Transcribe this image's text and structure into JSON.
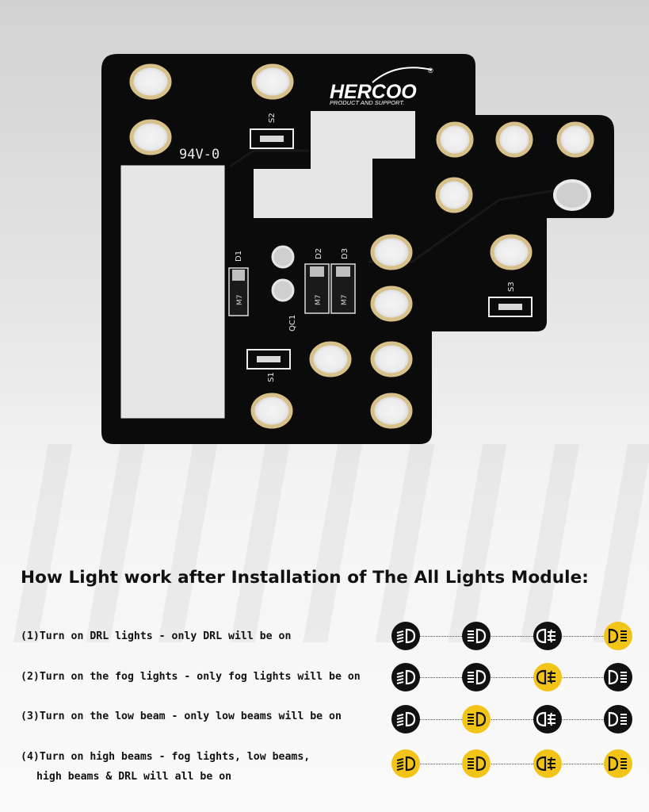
{
  "brand": {
    "name": "HERCOO",
    "tagline": "PRODUCT AND SUPPORT.",
    "registered": "®"
  },
  "pcb_labels": {
    "rating": "94V-0",
    "s1": "S1",
    "s2": "S2",
    "s3": "S3",
    "d1": "D1",
    "d2": "D2",
    "d3": "D3",
    "qc1": "QC1",
    "m7": "M7"
  },
  "heading": "How Light work after Installation of The All Lights Module:",
  "rows": [
    {
      "label": "(1)Turn on DRL lights - only DRL will be on",
      "lamps": [
        {
          "icon": "low-beam-icon",
          "on": false
        },
        {
          "icon": "high-beam-icon",
          "on": false
        },
        {
          "icon": "fog-light-icon",
          "on": false
        },
        {
          "icon": "drl-icon",
          "on": true
        }
      ]
    },
    {
      "label": "(2)Turn on the fog lights - only fog lights will be on",
      "lamps": [
        {
          "icon": "low-beam-icon",
          "on": false
        },
        {
          "icon": "high-beam-icon",
          "on": false
        },
        {
          "icon": "fog-light-icon",
          "on": true
        },
        {
          "icon": "drl-icon",
          "on": false
        }
      ]
    },
    {
      "label": "(3)Turn on the low beam - only low beams will be on",
      "lamps": [
        {
          "icon": "low-beam-icon",
          "on": false
        },
        {
          "icon": "high-beam-icon",
          "on": true
        },
        {
          "icon": "fog-light-icon",
          "on": false
        },
        {
          "icon": "drl-icon",
          "on": false
        }
      ]
    },
    {
      "label": "(4)Turn on high beams - fog lights, low beams,",
      "label2": "high beams & DRL will all be on",
      "lamps": [
        {
          "icon": "low-beam-icon",
          "on": true
        },
        {
          "icon": "high-beam-icon",
          "on": true
        },
        {
          "icon": "fog-light-icon",
          "on": true
        },
        {
          "icon": "drl-icon",
          "on": true
        }
      ]
    }
  ],
  "colors": {
    "lamp_on": "#f2c418",
    "lamp_off": "#111111",
    "pcb": "#0b0b0b",
    "pad_ring": "#d8c08a"
  }
}
